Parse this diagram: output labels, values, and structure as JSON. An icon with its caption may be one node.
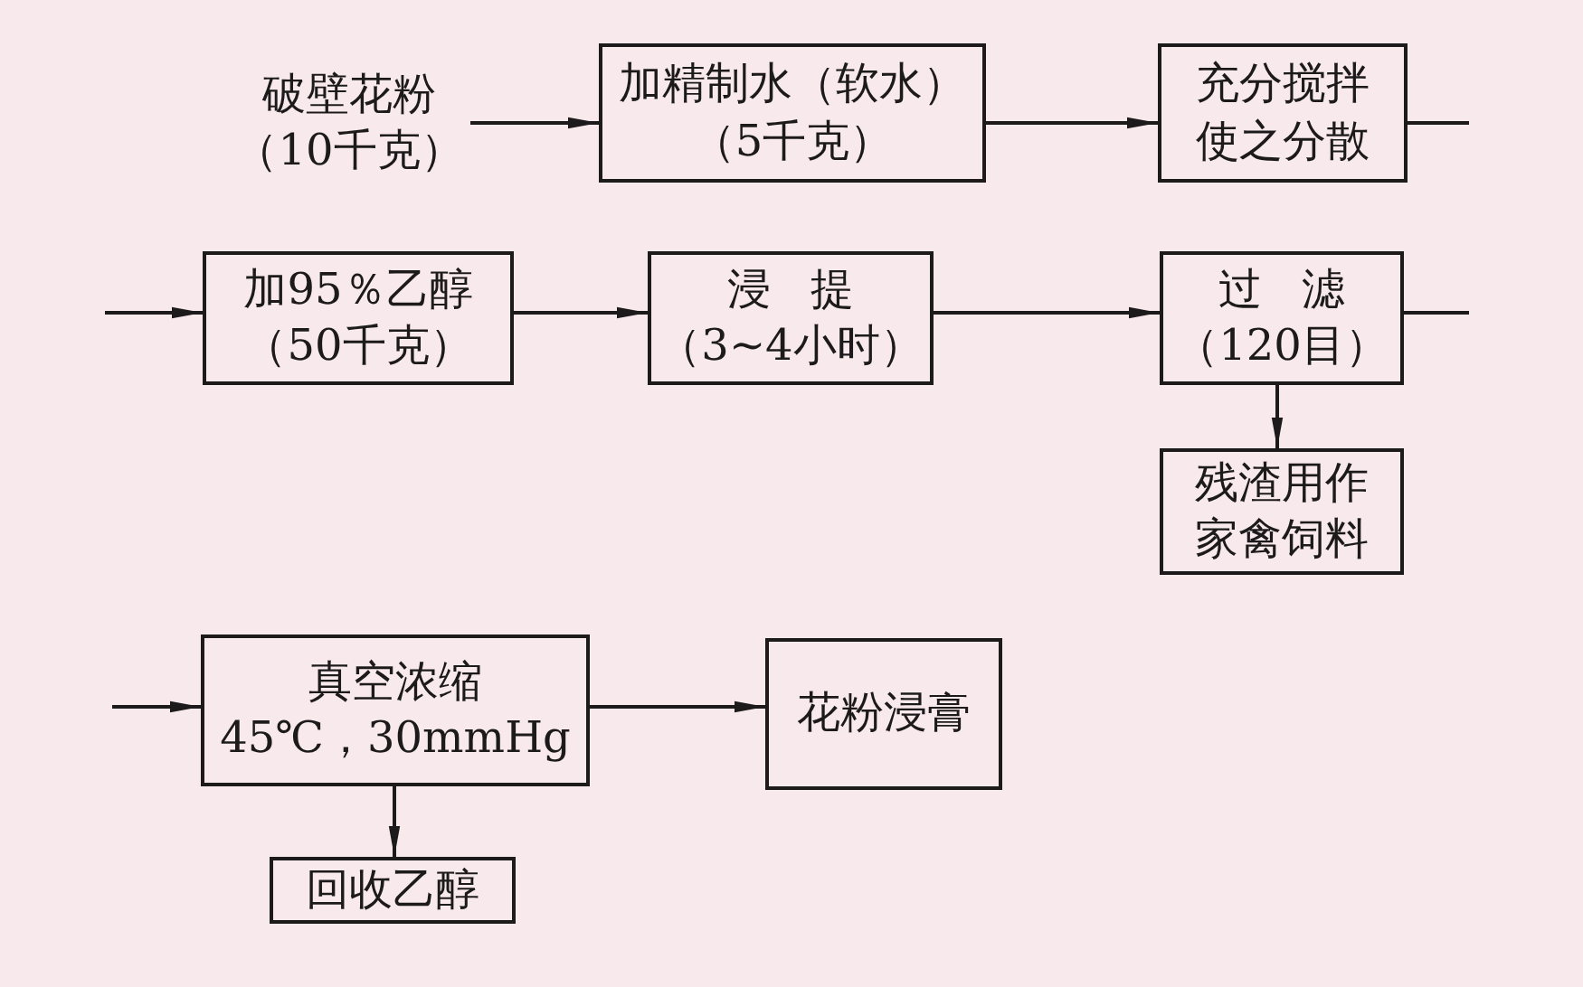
{
  "diagram": {
    "nodes": [
      {
        "text": [
          "破壁花粉",
          "（10千克）"
        ]
      },
      {
        "text": [
          "加精制水（软水）",
          "（5千克）"
        ]
      },
      {
        "text": [
          "充分搅拌使之分散"
        ]
      },
      {
        "text": [
          "加95％乙醇",
          "（50千克）"
        ]
      },
      {
        "text": [
          "浸提",
          "（3~4小时）"
        ]
      },
      {
        "text": [
          "过滤",
          "（120目）"
        ]
      },
      {
        "text": [
          "残渣用作家禽饲料"
        ]
      },
      {
        "text": [
          "真空浓缩",
          "45℃，30mmHg"
        ]
      },
      {
        "text": [
          "花粉浸膏"
        ]
      },
      {
        "text": [
          "回收乙醇"
        ]
      }
    ],
    "edges": [
      {
        "from": 0,
        "to": 1,
        "arrow": "to"
      },
      {
        "from": 1,
        "to": 2,
        "arrow": "to"
      },
      {
        "from": 2,
        "to": null,
        "arrow": "none"
      },
      {
        "from": null,
        "to": 3,
        "arrow": "to"
      },
      {
        "from": 3,
        "to": 4,
        "arrow": "to"
      },
      {
        "from": 4,
        "to": 5,
        "arrow": "to"
      },
      {
        "from": 5,
        "to": null,
        "arrow": "none"
      },
      {
        "from": 5,
        "to": 6,
        "arrow": "to"
      },
      {
        "from": null,
        "to": 7,
        "arrow": "to"
      },
      {
        "from": 7,
        "to": 8,
        "arrow": "to"
      },
      {
        "from": 7,
        "to": 9,
        "arrow": "to"
      }
    ]
  }
}
